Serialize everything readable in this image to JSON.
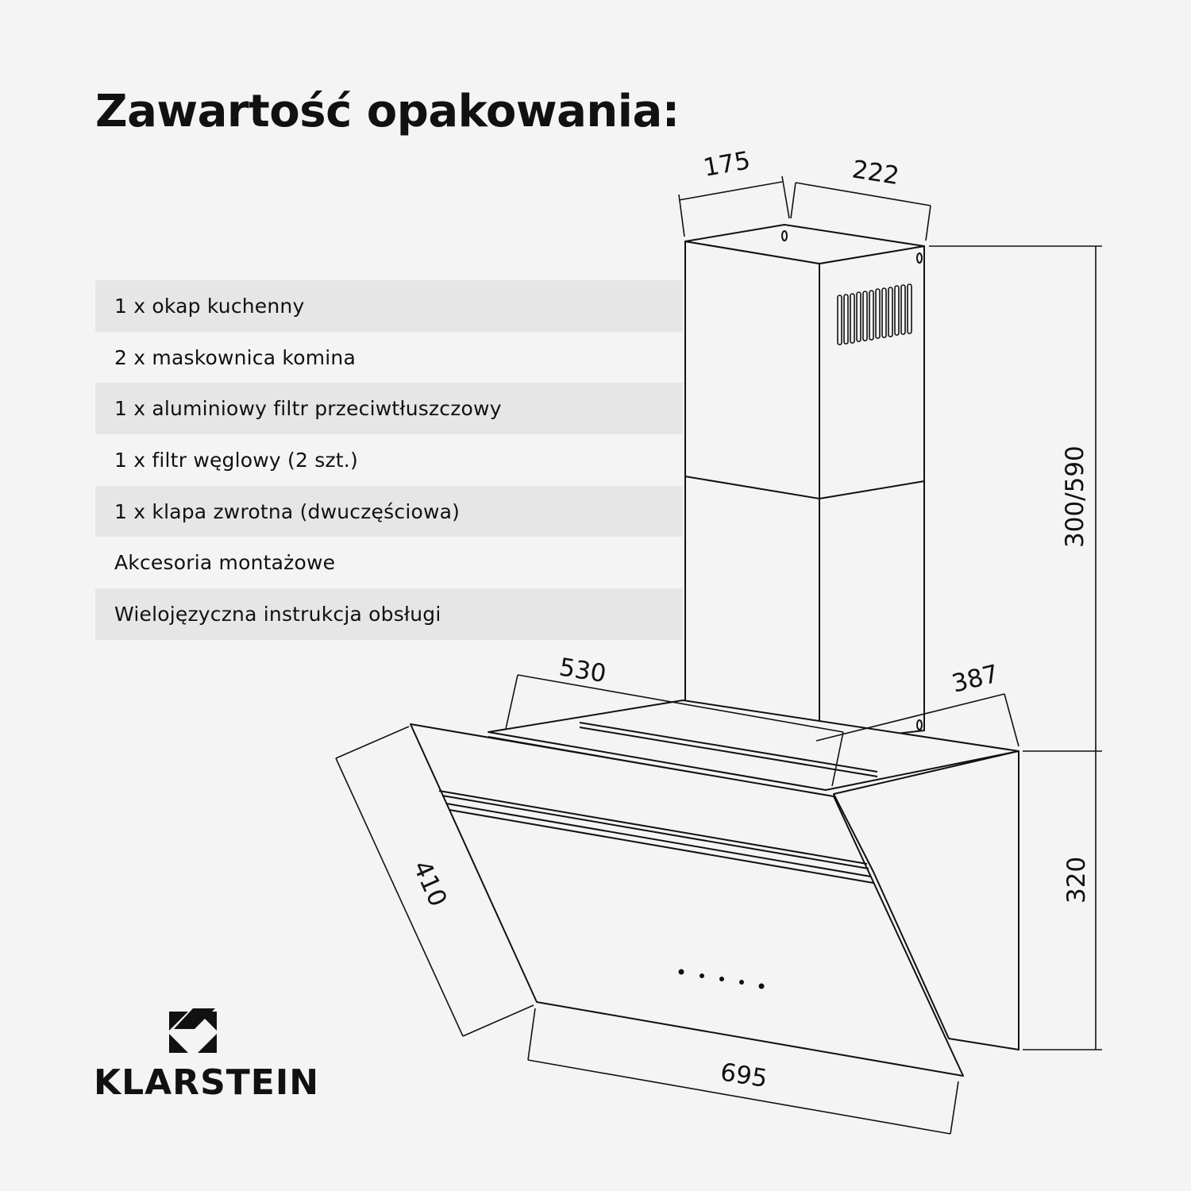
{
  "title": "Zawartość opakowania:",
  "contents": [
    "1 x okap kuchenny",
    "2 x maskownica komina",
    "1 x aluminiowy filtr przeciwtłuszczowy",
    "1 x filtr węglowy (2 szt.)",
    "1 x klapa zwrotna (dwuczęściowa)",
    "Akcesoria montażowe",
    "Wielojęzyczna instrukcja obsługi"
  ],
  "dimensions": {
    "chimney_width": "175",
    "chimney_depth": "222",
    "chimney_height": "300/590",
    "body_width": "530",
    "body_depth": "387",
    "glass_depth": "410",
    "glass_width": "695",
    "body_height": "320"
  },
  "brand": "KLARSTEIN",
  "colors": {
    "background": "#f4f4f4",
    "row_shade": "#e6e6e6",
    "ink": "#111111"
  }
}
